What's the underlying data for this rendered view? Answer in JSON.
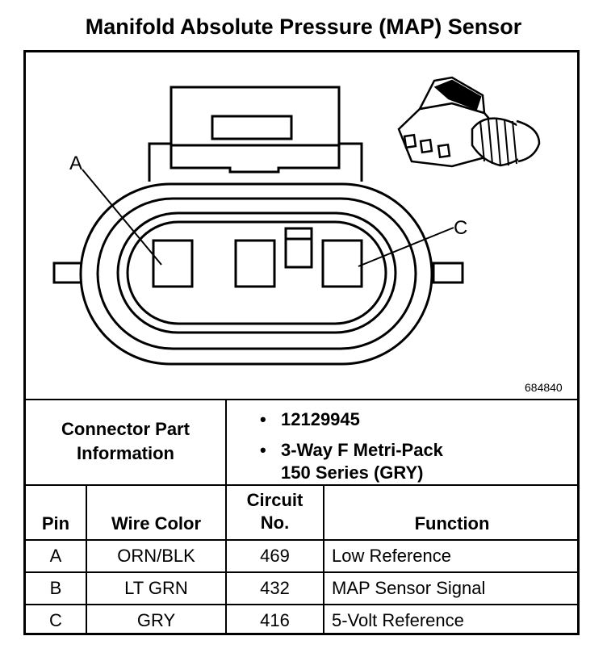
{
  "title": "Manifold Absolute Pressure (MAP) Sensor",
  "figure_id": "684840",
  "diagram": {
    "pin_label_a": "A",
    "pin_label_c": "C"
  },
  "connector_info": {
    "label_line1": "Connector Part",
    "label_line2": "Information",
    "items": [
      "12129945",
      "3-Way F Metri-Pack",
      "150 Series (GRY)"
    ]
  },
  "table": {
    "headers": {
      "pin": "Pin",
      "wire_color": "Wire Color",
      "circuit_line1": "Circuit",
      "circuit_line2": "No.",
      "function": "Function"
    },
    "rows": [
      {
        "pin": "A",
        "wire_color": "ORN/BLK",
        "circuit": "469",
        "function": "Low Reference"
      },
      {
        "pin": "B",
        "wire_color": "LT GRN",
        "circuit": "432",
        "function": "MAP Sensor Signal"
      },
      {
        "pin": "C",
        "wire_color": "GRY",
        "circuit": "416",
        "function": "5-Volt Reference"
      }
    ]
  }
}
